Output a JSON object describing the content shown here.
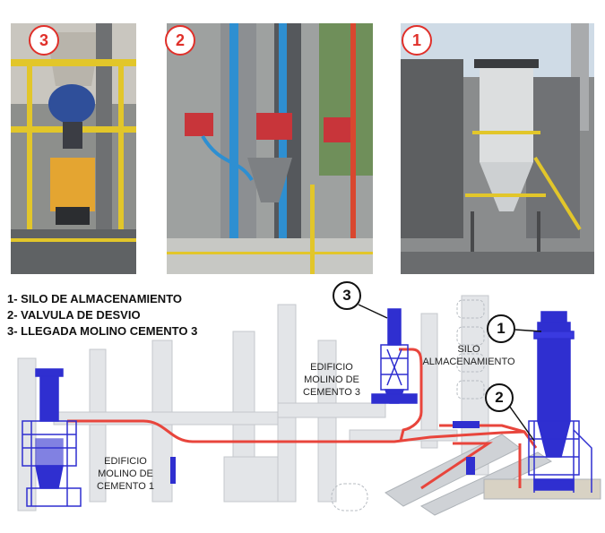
{
  "photos": [
    {
      "badge": "3"
    },
    {
      "badge": "2"
    },
    {
      "badge": "1"
    }
  ],
  "legend": [
    "1- SILO DE ALMACENAMIENTO",
    "2- VALVULA DE DESVIO",
    "3- LLEGADA MOLINO CEMENTO 3"
  ],
  "callouts": [
    "3",
    "1",
    "2"
  ],
  "labels": {
    "silo": [
      "SILO",
      "ALMACENAMIENTO"
    ],
    "edificio3": [
      "EDIFICIO",
      "MOLINO DE",
      "CEMENTO 3"
    ],
    "edificio1": [
      "EDIFICIO",
      "MOLINO DE",
      "CEMENTO 1"
    ]
  },
  "colors": {
    "equipment": "#2f2fd0",
    "pipe": "#e8453c",
    "badge": "#e0302a",
    "structure": "#bfc3c8"
  }
}
